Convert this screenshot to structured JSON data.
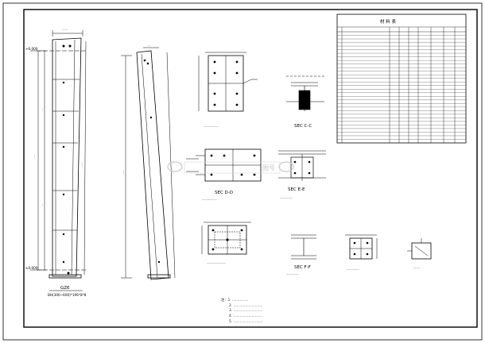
{
  "elevations": {
    "top": "+6.000",
    "bottom": "±0.000"
  },
  "column": {
    "mark": "GZ6",
    "spec": "BH(300~600)*196*8*8"
  },
  "sections": [
    {
      "id": "C-C",
      "title": "SEC C-C",
      "caption": "..................."
    },
    {
      "id": "D-D",
      "title": "SEC D-D",
      "caption": "..................."
    },
    {
      "id": "E-E",
      "title": "SEC E-E",
      "caption": "................"
    },
    {
      "id": "F-F",
      "title": "SEC F-F",
      "caption": "................"
    }
  ],
  "details": [
    {
      "id": "detail-1",
      "caption": "........................"
    },
    {
      "id": "detail-2",
      "caption": "................"
    },
    {
      "id": "detail-3",
      "caption": "........"
    }
  ],
  "material_table": {
    "title": "材 料 表",
    "rows": 31
  },
  "notes": {
    "heading": "注：",
    "items": [
      "1. ...............",
      "2. ...........................",
      "3. ...........................",
      "4. ...........................",
      "5. ..........................."
    ]
  },
  "watermark": "图号",
  "colors": {
    "line": "#000000",
    "watermark": "#c8c8c8",
    "paper": "#ffffff"
  }
}
